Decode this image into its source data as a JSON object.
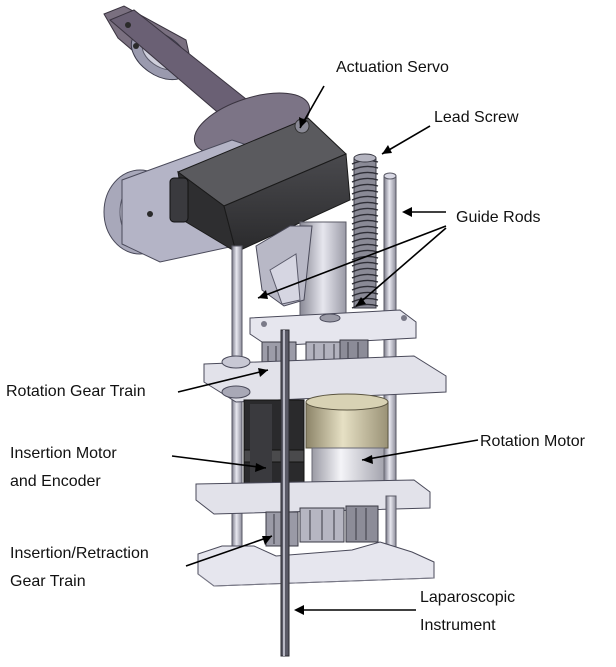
{
  "labels": {
    "actuation_servo": "Actuation Servo",
    "lead_screw": "Lead Screw",
    "guide_rods": "Guide Rods",
    "rotation_gear_train": "Rotation Gear Train",
    "rotation_motor": "Rotation Motor",
    "insertion_motor_line1": "Insertion Motor",
    "insertion_motor_line2": "and Encoder",
    "insertion_retraction_line1": "Insertion/Retraction",
    "insertion_retraction_line2": "Gear Train",
    "laparoscopic_line1": "Laparoscopic",
    "laparoscopic_line2": "Instrument"
  },
  "colors": {
    "metal_light": "#e4e4ee",
    "metal_mid": "#b8b8c8",
    "metal_dark": "#6a6a7a",
    "arm": "#6e6478",
    "servo_body": "#3a3a3c",
    "motor_beige": "#c8c2a2",
    "motor_silver": "#d8d8dc",
    "encoder_black": "#222222",
    "lead_screw": "#8a8a96",
    "leader": "#000000"
  }
}
